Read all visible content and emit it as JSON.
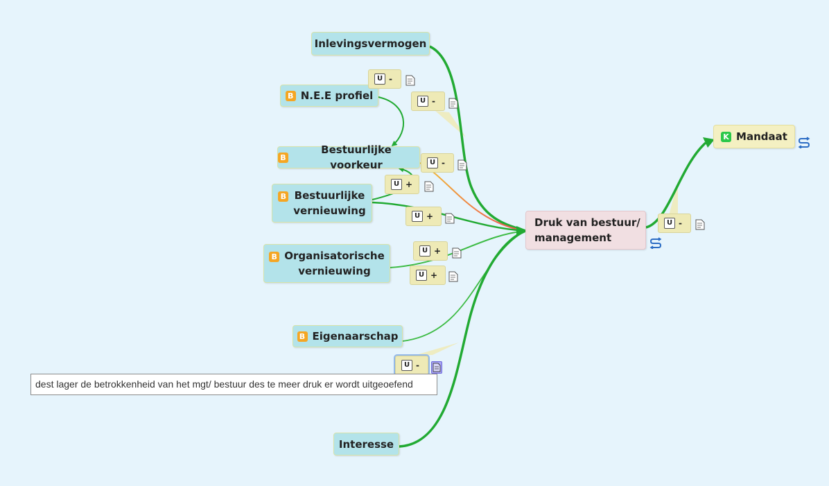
{
  "colors": {
    "background": "#e6f4fc",
    "link_strong": "#22aa33",
    "link_medium": "#3dbb44",
    "link_negative_start": "#f0c030",
    "link_negative_end": "#ee5555",
    "topic_blue": "#b3e3ea",
    "topic_pink": "#f1dfe2",
    "topic_yellow": "#f4f0c2",
    "badge_b": "#f5a623",
    "badge_k": "#2cc84a"
  },
  "nodes": {
    "inlevingsvermogen": {
      "text": "Inlevingsvermogen"
    },
    "nee_profiel": {
      "badge": "B",
      "text": "N.E.E profiel"
    },
    "bestuurlijke_voorkeur": {
      "badge": "B",
      "text": "Bestuurlijke voorkeur"
    },
    "bestuurlijke_vernieuwing": {
      "badge": "B",
      "line1": "Bestuurlijke",
      "line2": "vernieuwing"
    },
    "organisatorische_vernieuwing": {
      "badge": "B",
      "line1": "Organisatorische",
      "line2": "vernieuwing"
    },
    "eigenaarschap": {
      "badge": "B",
      "text": "Eigenaarschap"
    },
    "interesse": {
      "text": "Interesse"
    },
    "druk": {
      "line1": "Druk van bestuur/",
      "line2": "management"
    },
    "mandaat": {
      "badge": "K",
      "text": "Mandaat"
    }
  },
  "labels": [
    {
      "u": "U",
      "sign": "-"
    },
    {
      "u": "U",
      "sign": "-"
    },
    {
      "u": "U",
      "sign": "-"
    },
    {
      "u": "U",
      "sign": "+"
    },
    {
      "u": "U",
      "sign": "+"
    },
    {
      "u": "U",
      "sign": "+"
    },
    {
      "u": "U",
      "sign": "+"
    },
    {
      "u": "U",
      "sign": "-"
    },
    {
      "u": "U",
      "sign": "-"
    }
  ],
  "tooltip": {
    "text": "dest lager de betrokkenheid van het mgt/ bestuur des te meer druk er wordt uitgeoefend"
  }
}
